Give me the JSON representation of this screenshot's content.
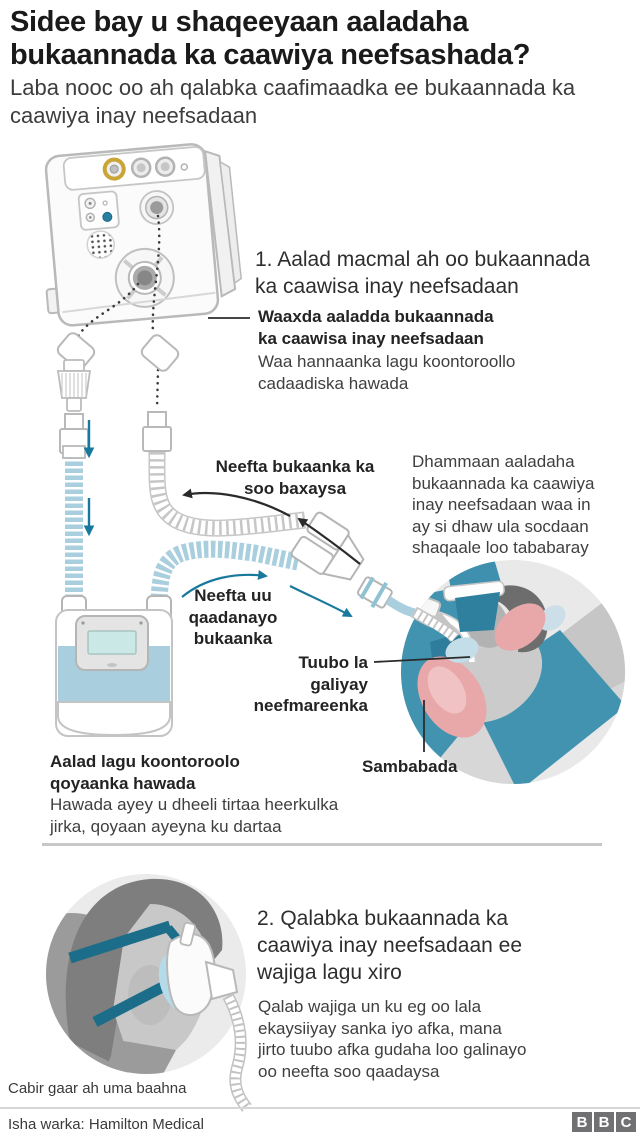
{
  "header": {
    "title": "Sidee bay u shaqeeyaan aaladaha\nbukaannada ka caawiya neefsashada?",
    "subtitle": "Laba nooc oo ah qalabka caafimaadka ee bukaannada ka\ncaawiya inay neefsadaan"
  },
  "section1": {
    "heading": "1. Aalad macmal ah oo bukaannada\nka caawisa inay neefsadaan",
    "ventilator_part_label": "Waaxda aaladda bukaannada\nka caawisa inay neefsadaan",
    "ventilator_part_desc": "Waa hannaanka lagu koontoroollo\ncadaadiska hawada",
    "exhale_flow_label": "Neefta bukaanka ka\nsoo baxaysa",
    "staff_note": "Dhammaan aaladaha\nbukaannada ka caawiya\ninay neefsadaan waa in\nay si dhaw ula socdaan\nshaqaale loo tababaray",
    "inhale_flow_label": "Neefta uu\nqaadanayo\nbukaanka",
    "tube_label": "Tuubo la\ngaliyay\nneefmareenka",
    "lungs_label": "Sambabada",
    "humidifier_label": "Aalad lagu koontoroolo\nqoyaanka hawada",
    "humidifier_desc": "Hawada ayey u dheeli tirtaa heerkulka\njirka, qoyaan ayeyna ku dartaa"
  },
  "section2": {
    "heading": "2. Qalabka bukaannada ka\ncaawiya inay neefsadaan ee\nwajiga lagu xiro",
    "body": "Qalab wajiga un ku eg oo lala\nekaysiiyay sanka iyo afka, mana\njirto tuubo afka gudaha loo galinayo\noo neefta soo qaadaysa",
    "caption": "Cabir gaar ah uma baahna"
  },
  "footer": {
    "source": "Isha warka: Hamilton Medical",
    "logo_letters": [
      "B",
      "B",
      "C"
    ]
  },
  "colors": {
    "accent_teal": "#19799c",
    "strap_teal": "#1b6d89",
    "scrubs_teal": "#4293b0",
    "tube_blue": "#a9cede",
    "lung_pink": "#e8a7a8",
    "circle_bg": "#e9e9e9",
    "divider_gray": "#c8c8c8",
    "logo_gray": "#717174",
    "text_dark": "#1a1a1a",
    "text_body": "#3f3f3f"
  }
}
